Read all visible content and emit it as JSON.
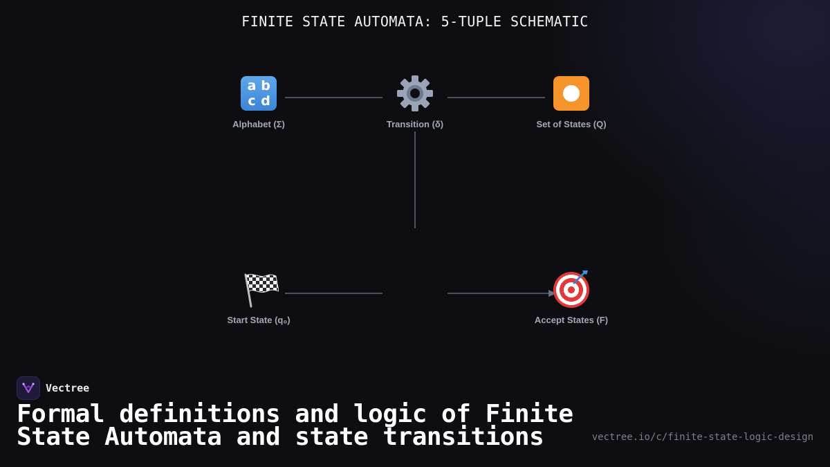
{
  "title": "FINITE STATE AUTOMATA: 5-TUPLE SCHEMATIC",
  "nodes": {
    "alphabet": {
      "label": "Alphabet (Σ)",
      "icon": "abcd-input-icon"
    },
    "transition": {
      "label": "Transition (δ)",
      "icon": "gear-icon"
    },
    "states": {
      "label": "Set of States (Q)",
      "icon": "record-button-icon"
    },
    "start": {
      "label": "Start State (q₀)",
      "icon": "checkered-flag-icon"
    },
    "accept": {
      "label": "Accept States (F)",
      "icon": "target-dart-icon"
    }
  },
  "brand": {
    "name": "Vectree"
  },
  "headline": "Formal definitions and logic of Finite State Automata and state transitions",
  "url": "vectree.io/c/finite-state-logic-design",
  "colors": {
    "background": "#0e0e12",
    "edge": "#4a5060",
    "label": "#a3a8b8",
    "accent": "#8b3fd6"
  }
}
